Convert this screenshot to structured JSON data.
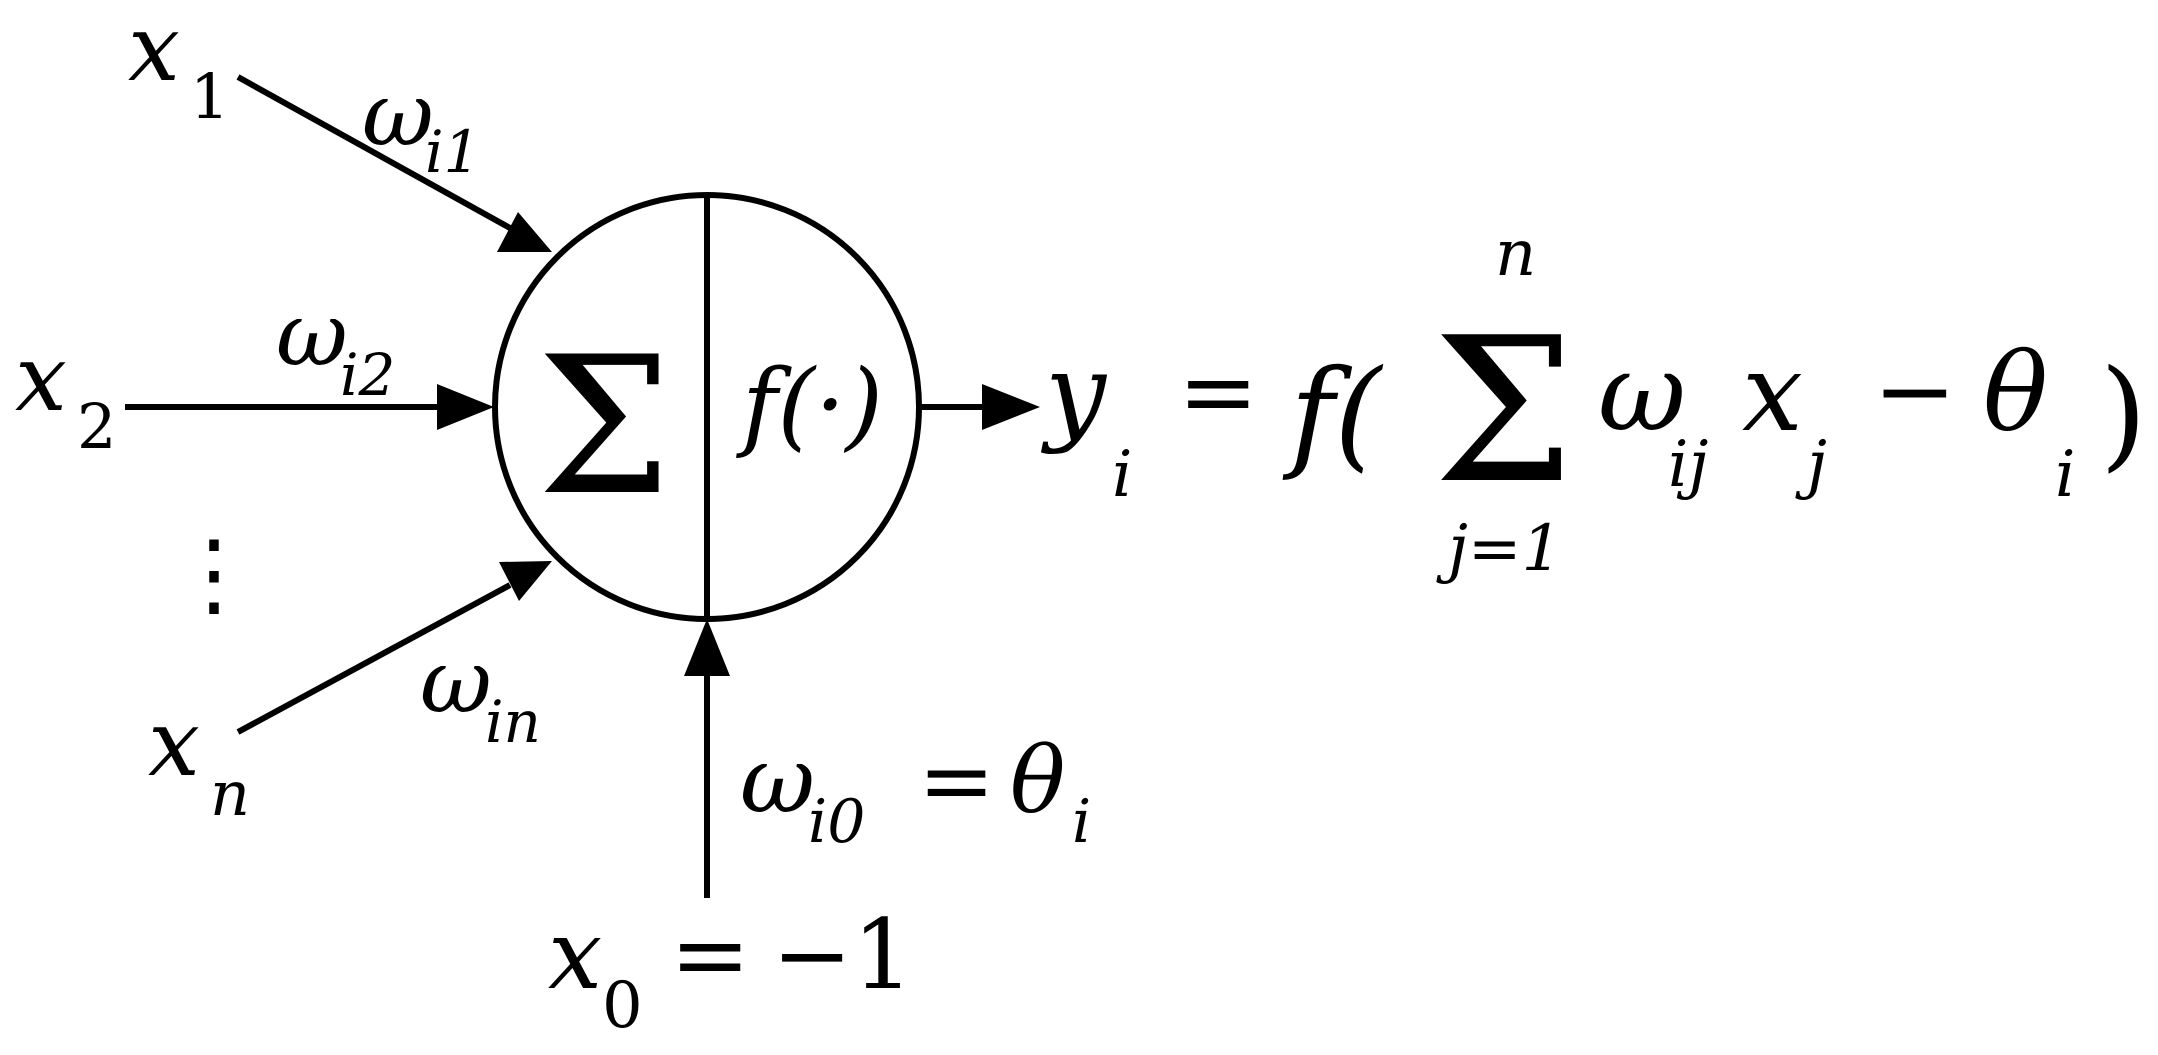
{
  "inputs": {
    "x1": {
      "base": "x",
      "sub": "1"
    },
    "x2": {
      "base": "x",
      "sub": "2"
    },
    "ellipsis": "⋮",
    "xn": {
      "base": "x",
      "sub": "n"
    }
  },
  "weights": {
    "w_i1": {
      "base": "ω",
      "sub": "i1"
    },
    "w_i2": {
      "base": "ω",
      "sub": "i2"
    },
    "w_in": {
      "base": "ω",
      "sub": "in"
    },
    "w_i0": {
      "base": "ω",
      "sub": "i0",
      "eq": "=",
      "theta": "θ",
      "theta_sub": "i"
    }
  },
  "neuron": {
    "sum_symbol": "Σ",
    "activation": "f(·)"
  },
  "bias": {
    "base": "x",
    "sub": "0",
    "eq": "=",
    "value": "−1"
  },
  "output": {
    "y": "y",
    "y_sub": "i",
    "eq": "=",
    "f_open": "f(",
    "sum_symbol": "Σ",
    "sum_upper": "n",
    "sum_lower": "j=1",
    "omega": "ω",
    "omega_sub": "ij",
    "x": "x",
    "x_sub": "j",
    "minus": "−",
    "theta": "θ",
    "theta_sub": "i",
    "close": ")"
  }
}
